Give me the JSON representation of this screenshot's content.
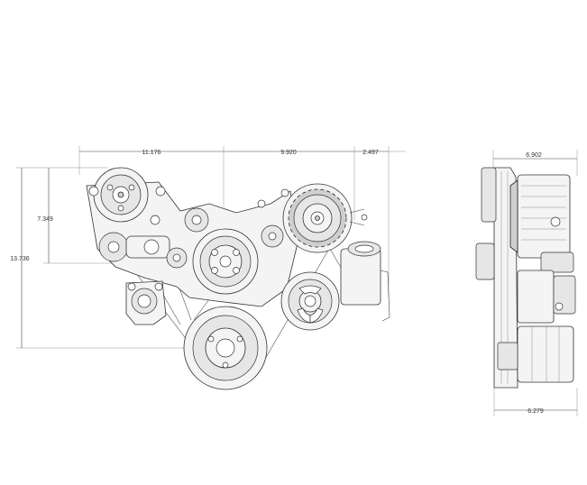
{
  "dimensions": {
    "front_top_1": "11.176",
    "front_top_2": "9.920",
    "front_top_3": "2.497",
    "front_left_inner": "7.349",
    "front_left_outer": "13.736",
    "side_top": "6.902",
    "side_bottom": "6.279"
  }
}
